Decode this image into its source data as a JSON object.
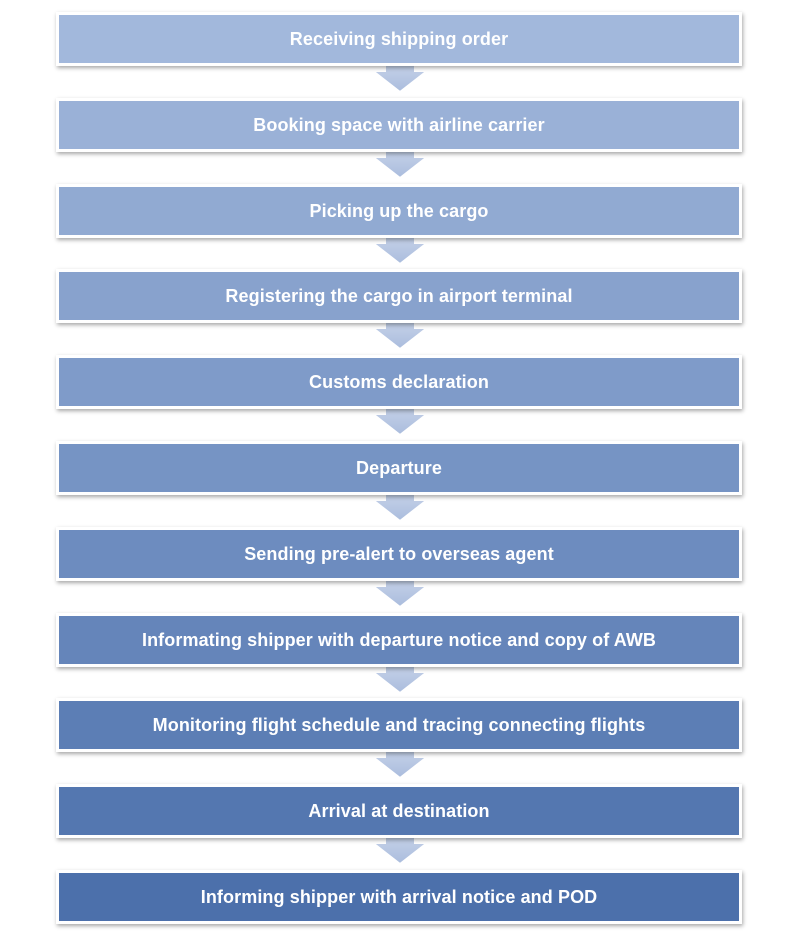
{
  "steps": [
    {
      "label": "Receiving shipping order",
      "color": "#a2b8dc"
    },
    {
      "label": "Booking space with airline carrier",
      "color": "#9ab1d7"
    },
    {
      "label": "Picking up the cargo",
      "color": "#91aad2"
    },
    {
      "label": "Registering the cargo in airport terminal",
      "color": "#88a2cd"
    },
    {
      "label": "Customs declaration",
      "color": "#7f9bc9"
    },
    {
      "label": "Departure",
      "color": "#7694c4"
    },
    {
      "label": "Sending pre-alert to overseas agent",
      "color": "#6d8cbf"
    },
    {
      "label": "Informating shipper with departure notice and copy of AWB",
      "color": "#6585ba"
    },
    {
      "label": "Monitoring flight schedule and tracing connecting flights",
      "color": "#5c7eb5"
    },
    {
      "label": "Arrival at destination",
      "color": "#5477b0"
    },
    {
      "label": "Informing shipper with arrival notice and POD",
      "color": "#4c70ab"
    }
  ],
  "arrow_color_top": "#c9d5ea",
  "arrow_color_bottom": "#aabcdd"
}
